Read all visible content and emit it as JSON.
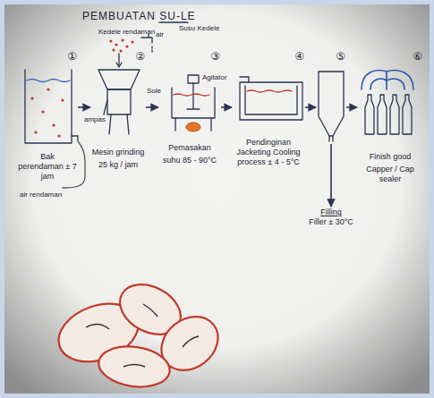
{
  "diagram": {
    "title": "PEMBUATAN SU-LE",
    "nodes": [
      {
        "text": [
          "①",
          "Bak perendaman ± 7 jam"
        ]
      },
      {
        "text": [
          "②",
          "Mesin grinding",
          "25 kg / jam"
        ]
      },
      {
        "text": [
          "③",
          "Pemasakan",
          "suhu 85 - 90°C"
        ]
      },
      {
        "text": [
          "④",
          "Pendinginan Jacketing Cooling process ± 4 - 5°C"
        ]
      },
      {
        "text": [
          "⑤"
        ]
      },
      {
        "text": [
          "Filling",
          "Filler ± 30°C"
        ]
      },
      {
        "text": [
          "⑥",
          "Finish good",
          "Capper / Cap sealer"
        ]
      }
    ],
    "edges": [
      {
        "from": 0,
        "to": 1,
        "arrow": "to"
      },
      {
        "from": 1,
        "to": 2,
        "arrow": "to"
      },
      {
        "from": 2,
        "to": 3,
        "arrow": "to"
      },
      {
        "from": 3,
        "to": 4,
        "arrow": "to"
      },
      {
        "from": 4,
        "to": 5,
        "arrow": "to"
      },
      {
        "from": 4,
        "to": 6,
        "arrow": "to"
      }
    ],
    "labels": [
      "Susu Kedele",
      "Kedele rendaman",
      "air",
      "air rendaman",
      "ampas",
      "Sole",
      "Agitator"
    ]
  }
}
